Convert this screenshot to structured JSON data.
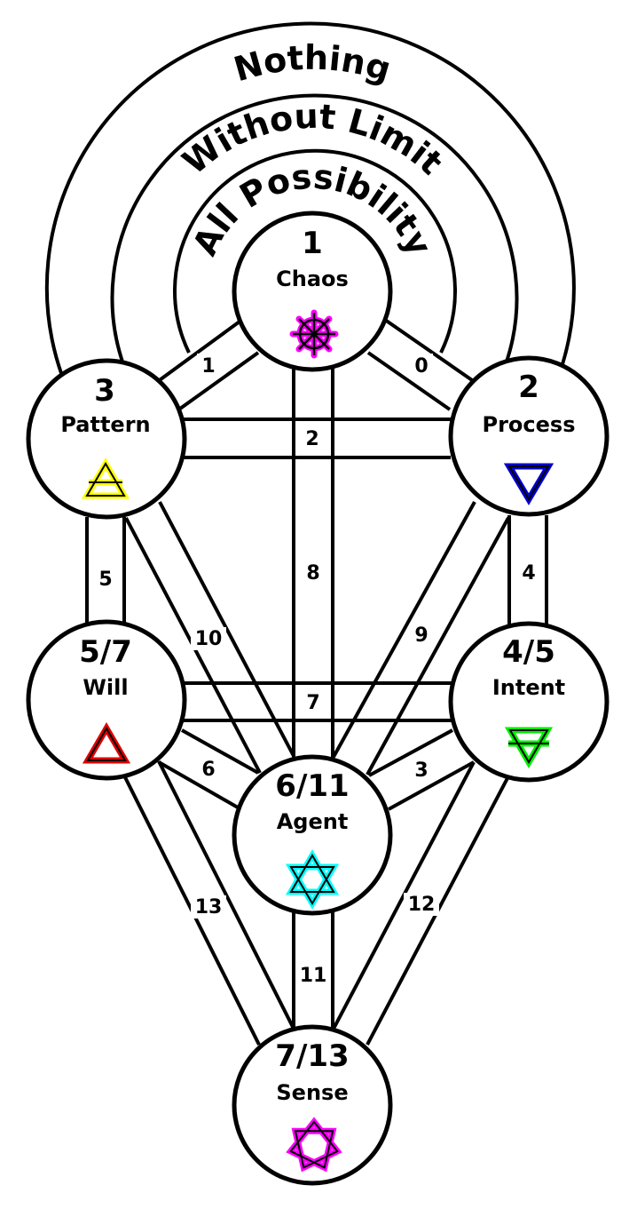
{
  "outer_labels": [
    "Nothing",
    "Without Limit",
    "All Possibility"
  ],
  "nodes": [
    {
      "id": "chaos",
      "number": "1",
      "name": "Chaos",
      "symbol": "chaos-star",
      "color": "#ff00ff"
    },
    {
      "id": "process",
      "number": "2",
      "name": "Process",
      "symbol": "water-triangle",
      "color": "#0000cc"
    },
    {
      "id": "pattern",
      "number": "3",
      "name": "Pattern",
      "symbol": "air-triangle",
      "color": "#ffff00"
    },
    {
      "id": "intent",
      "number": "4/5",
      "name": "Intent",
      "symbol": "earth-triangle",
      "color": "#00ee00"
    },
    {
      "id": "will",
      "number": "5/7",
      "name": "Will",
      "symbol": "fire-triangle",
      "color": "#dd0000"
    },
    {
      "id": "agent",
      "number": "6/11",
      "name": "Agent",
      "symbol": "hexagram",
      "color": "#00ffff"
    },
    {
      "id": "sense",
      "number": "7/13",
      "name": "Sense",
      "symbol": "heptagram",
      "color": "#ff00ff"
    }
  ],
  "paths": [
    {
      "label": "0",
      "from": "chaos",
      "to": "process"
    },
    {
      "label": "1",
      "from": "chaos",
      "to": "pattern"
    },
    {
      "label": "2",
      "from": "pattern",
      "to": "process"
    },
    {
      "label": "3",
      "from": "intent",
      "to": "agent"
    },
    {
      "label": "4",
      "from": "process",
      "to": "intent"
    },
    {
      "label": "5",
      "from": "pattern",
      "to": "will"
    },
    {
      "label": "6",
      "from": "will",
      "to": "agent"
    },
    {
      "label": "7",
      "from": "will",
      "to": "intent"
    },
    {
      "label": "8",
      "from": "chaos",
      "to": "agent"
    },
    {
      "label": "9",
      "from": "process",
      "to": "agent"
    },
    {
      "label": "10",
      "from": "pattern",
      "to": "agent"
    },
    {
      "label": "11",
      "from": "agent",
      "to": "sense"
    },
    {
      "label": "12",
      "from": "intent",
      "to": "sense"
    },
    {
      "label": "13",
      "from": "will",
      "to": "sense"
    }
  ]
}
